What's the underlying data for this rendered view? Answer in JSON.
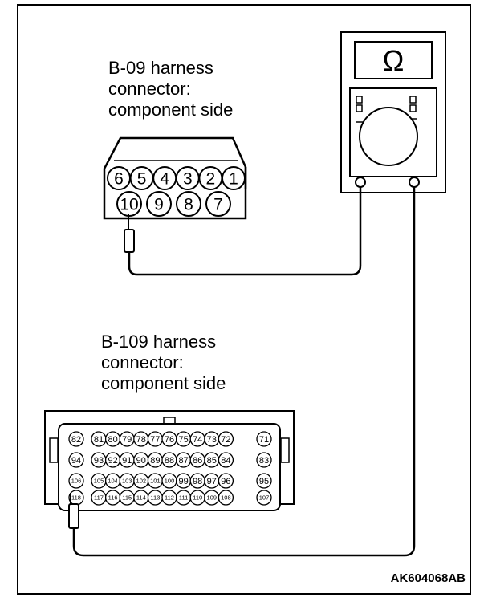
{
  "b09": {
    "label_lines": [
      "B-09 harness",
      "connector:",
      "component side"
    ],
    "pins_top": [
      "6",
      "5",
      "4",
      "3",
      "2",
      "1"
    ],
    "pins_bottom": [
      "10",
      "9",
      "8",
      "7"
    ]
  },
  "b109": {
    "label_lines": [
      "B-109 harness",
      "connector:",
      "component side"
    ],
    "rows": [
      [
        "82",
        "81",
        "80",
        "79",
        "78",
        "77",
        "76",
        "75",
        "74",
        "73",
        "72",
        "71"
      ],
      [
        "94",
        "93",
        "92",
        "91",
        "90",
        "89",
        "88",
        "87",
        "86",
        "85",
        "84",
        "83"
      ],
      [
        "106",
        "105",
        "104",
        "103",
        "102",
        "101",
        "100",
        "99",
        "98",
        "97",
        "96",
        "95"
      ],
      [
        "118",
        "117",
        "116",
        "115",
        "114",
        "113",
        "112",
        "111",
        "110",
        "109",
        "108",
        "107"
      ]
    ]
  },
  "meter": {
    "symbol": "Ω"
  },
  "figure_code": "AK604068AB"
}
